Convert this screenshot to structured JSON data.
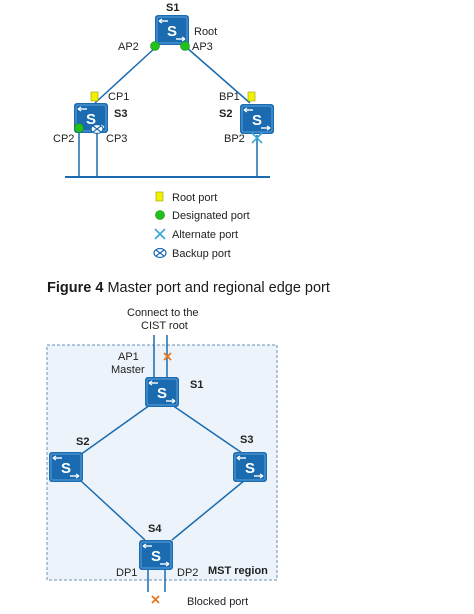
{
  "top": {
    "switches": {
      "s1": "S1",
      "s2": "S2",
      "s3": "S3"
    },
    "root_label": "Root",
    "ports": {
      "ap2": "AP2",
      "ap3": "AP3",
      "cp1": "CP1",
      "cp2": "CP2",
      "cp3": "CP3",
      "bp1": "BP1",
      "bp2": "BP2"
    },
    "legend": [
      {
        "icon": "yellow-square",
        "label": "Root port"
      },
      {
        "icon": "green-circle",
        "label": "Designated port"
      },
      {
        "icon": "blue-cross",
        "label": "Alternate port"
      },
      {
        "icon": "circled-x",
        "label": "Backup port"
      }
    ]
  },
  "caption": {
    "prefix": "Figure 4",
    "text": "Master port and regional edge port"
  },
  "bottom": {
    "connect_label_1": "Connect to the",
    "connect_label_2": "CIST root",
    "ap1": "AP1",
    "master": "Master",
    "switches": {
      "s1": "S1",
      "s2": "S2",
      "s3": "S3",
      "s4": "S4"
    },
    "dp1": "DP1",
    "dp2": "DP2",
    "region_label": "MST region",
    "blocked_label": "Blocked port"
  },
  "colors": {
    "switch_blue": "#1a6bb0",
    "designated_green": "#22c01a",
    "root_yellow": "#f2f200",
    "alternate_blue": "#3aa6d8",
    "blocked_orange": "#e87722",
    "region_fill": "#edf3fa",
    "region_border": "#6a8db8"
  }
}
